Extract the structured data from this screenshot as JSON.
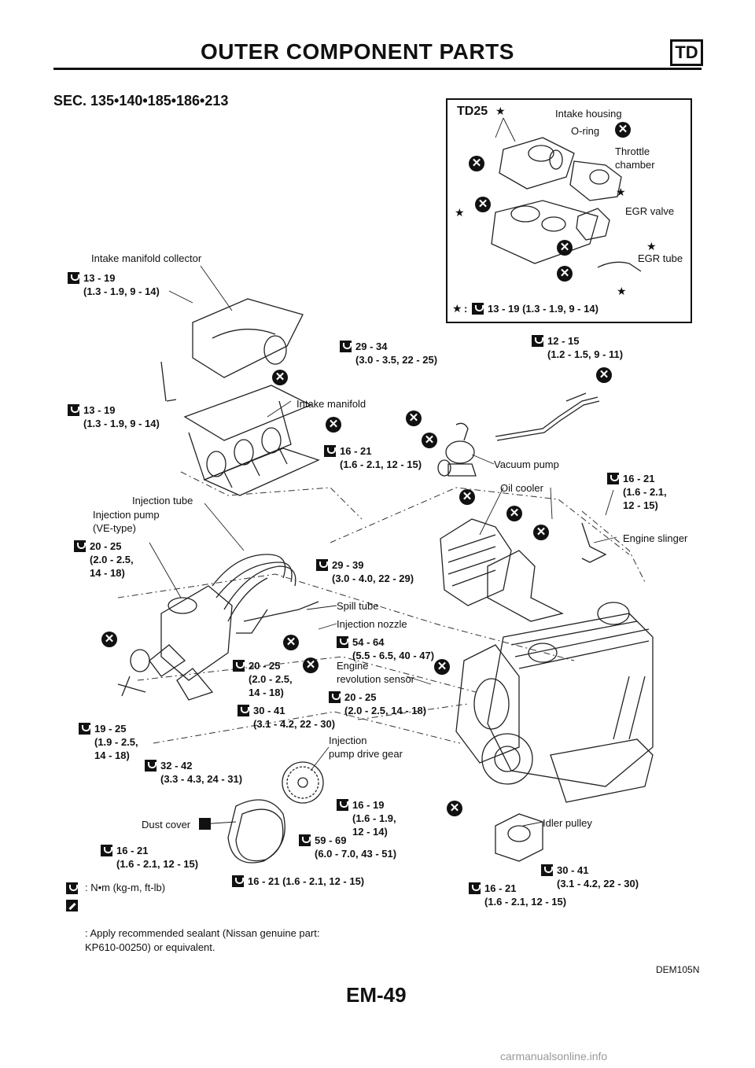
{
  "header": {
    "title": "OUTER COMPONENT PARTS",
    "badge": "TD"
  },
  "section_code": "SEC. 135•140•185•186•213",
  "inset": {
    "title": "TD25",
    "labels": [
      "Intake housing",
      "O-ring",
      "Throttle\nchamber",
      "EGR valve",
      "EGR tube"
    ],
    "star_note": "13 - 19 (1.3 - 1.9, 9 - 14)",
    "star_prefix": ":"
  },
  "labels": {
    "intake_manifold_collector": "Intake manifold collector",
    "intake_manifold": "Intake manifold",
    "vacuum_pump": "Vacuum pump",
    "oil_cooler": "Oil cooler",
    "injection_tube": "Injection tube",
    "injection_pump": "Injection pump\n(VE-type)",
    "spill_tube": "Spill tube",
    "injection_nozzle": "Injection nozzle",
    "engine_revolution_sensor": "Engine\nrevolution sensor",
    "engine_slinger": "Engine slinger",
    "injection_pump_drive_gear": "Injection\npump drive gear",
    "dust_cover": "Dust cover",
    "idler_pulley": "Idler pulley"
  },
  "torques": [
    {
      "text": "13 - 19\n(1.3 - 1.9, 9 - 14)"
    },
    {
      "text": "13 - 19\n(1.3 - 1.9, 9 - 14)"
    },
    {
      "text": "29 - 34\n(3.0 - 3.5, 22 - 25)"
    },
    {
      "text": "12 - 15\n(1.2 - 1.5, 9 - 11)"
    },
    {
      "text": "16 - 21\n(1.6 - 2.1, 12 - 15)"
    },
    {
      "text": "16 - 21\n(1.6 - 2.1,\n12 - 15)"
    },
    {
      "text": "20 - 25\n(2.0 - 2.5,\n14 - 18)"
    },
    {
      "text": "29 - 39\n(3.0 - 4.0, 22 - 29)"
    },
    {
      "text": "54 - 64\n(5.5 - 6.5, 40 - 47)"
    },
    {
      "text": "20 - 25\n(2.0 - 2.5,\n14 - 18)"
    },
    {
      "text": "20 - 25\n(2.0 - 2.5, 14 - 18)"
    },
    {
      "text": "30 - 41\n(3.1 - 4.2, 22 - 30)"
    },
    {
      "text": "19 - 25\n(1.9 - 2.5,\n14 - 18)"
    },
    {
      "text": "32 - 42\n(3.3 - 4.3, 24 - 31)"
    },
    {
      "text": "16 - 19\n(1.6 - 1.9,\n12 - 14)"
    },
    {
      "text": "59 - 69\n(6.0 - 7.0, 43 - 51)"
    },
    {
      "text": "16 - 21\n(1.6 - 2.1, 12 - 15)"
    },
    {
      "text": "16 - 21 (1.6 - 2.1, 12 - 15)"
    },
    {
      "text": "30 - 41\n(3.1 - 4.2, 22 - 30)"
    },
    {
      "text": "16 - 21\n(1.6 - 2.1, 12 - 15)"
    }
  ],
  "legend": {
    "torque_unit": ": N•m (kg-m, ft-lb)",
    "sealant": ": Apply recommended sealant (Nissan genuine part:\nKP610-00250) or equivalent."
  },
  "figure_code": "DEM105N",
  "page_number": "EM-49",
  "watermark": "carmanualsonline.info"
}
